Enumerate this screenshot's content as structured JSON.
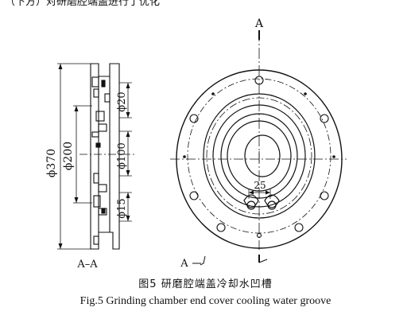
{
  "header_fragment": "（下方）对研磨腔端盖进行了优化",
  "section_view": {
    "label": "A–A",
    "dims": [
      "ϕ370",
      "ϕ200",
      "ϕ20",
      "ϕ100",
      "ϕ15"
    ]
  },
  "front_view": {
    "section_mark_top": "A",
    "section_mark_bottom": "A",
    "slot_width": "25"
  },
  "caption": {
    "cn": "图5 研磨腔端盖冷却水凹槽",
    "en": "Fig.5 Grinding chamber end cover cooling water groove"
  }
}
